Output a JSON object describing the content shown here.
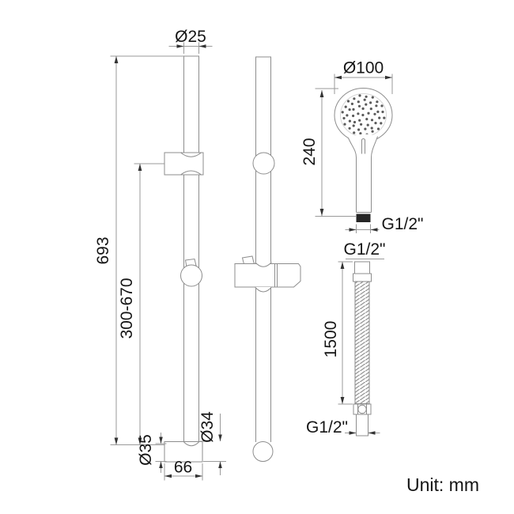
{
  "drawing": {
    "unit_note": "Unit: mm",
    "front_rail": {
      "tube_diameter": "Ø25",
      "total_length": "693",
      "slider_range": "300-670",
      "base_diameter": "Ø35",
      "base_width": "66",
      "end_diameter": "Ø34"
    },
    "handset": {
      "head_diameter": "Ø100",
      "length": "240",
      "outlet_thread": "G1/2\""
    },
    "hose": {
      "top_thread": "G1/2\"",
      "length": "1500",
      "bottom_thread": "G1/2\""
    },
    "colors": {
      "line": "#8d8d8d",
      "dimension_line": "#9a9a9a",
      "arrow": "#333333",
      "text": "#151515",
      "background": "#ffffff"
    }
  }
}
